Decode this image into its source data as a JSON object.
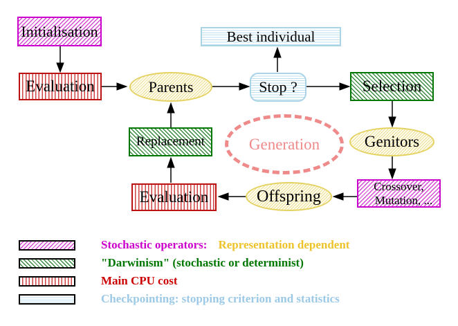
{
  "nodes": {
    "initialisation": {
      "label": "Initialisation"
    },
    "evaluation_top": {
      "label": "Evaluation"
    },
    "parents": {
      "label": "Parents"
    },
    "stop": {
      "label": "Stop ?"
    },
    "best_individual": {
      "label": "Best individual"
    },
    "selection": {
      "label": "Selection"
    },
    "genitors": {
      "label": "Genitors"
    },
    "crossover_mutation": {
      "line1": "Crossover,",
      "line2": "Mutation, ..."
    },
    "offspring": {
      "label": "Offspring"
    },
    "evaluation_bottom": {
      "label": "Evaluation"
    },
    "replacement": {
      "label": "Replacement"
    },
    "generation": {
      "label": "Generation"
    }
  },
  "legend": {
    "stochastic": {
      "label": "Stochastic operators:",
      "label2": "Representation dependent"
    },
    "darwinism": {
      "label": "\"Darwinism\" (stochastic or determinist)"
    },
    "cpu": {
      "label": "Main CPU cost"
    },
    "checkpointing": {
      "label": "Checkpointing: stopping criterion and statistics"
    }
  },
  "colors": {
    "magenta": "#cc00cc",
    "green": "#007700",
    "red": "#cc0000",
    "gold": "#eec32a",
    "light_blue": "#9ccae6",
    "salmon": "#ee8a8a",
    "yellow_border": "#e4d263",
    "cyan_border": "#a8d4e6"
  }
}
